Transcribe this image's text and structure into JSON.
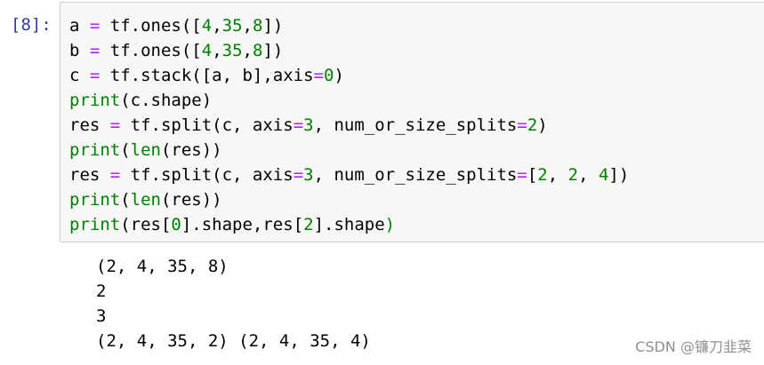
{
  "cell": {
    "prompt": "[8]:",
    "code": {
      "l1": {
        "a": "a ",
        "b": "=",
        "c": " tf.ones([",
        "d": "4",
        "e": ",",
        "f": "35",
        "g": ",",
        "h": "8",
        "i": "])"
      },
      "l2": {
        "a": "b ",
        "b": "=",
        "c": " tf.ones([",
        "d": "4",
        "e": ",",
        "f": "35",
        "g": ",",
        "h": "8",
        "i": "])"
      },
      "l3": {
        "a": "c ",
        "b": "=",
        "c": " tf.stack([a, b],axis",
        "d": "=",
        "e": "0",
        "f": ")"
      },
      "l4": {
        "a": "print",
        "b": "(c.shape)"
      },
      "l5": {
        "a": "res ",
        "b": "=",
        "c": " tf.split(c, axis",
        "d": "=",
        "e": "3",
        "f": ", num_or_size_splits",
        "g": "=",
        "h": "2",
        "i": ")"
      },
      "l6": {
        "a": "print",
        "b": "(",
        "c": "len",
        "d": "(res))"
      },
      "l7": {
        "a": "res ",
        "b": "=",
        "c": " tf.split(c, axis",
        "d": "=",
        "e": "3",
        "f": ", num_or_size_splits",
        "g": "=",
        "h": "[",
        "i": "2",
        "j": ", ",
        "k": "2",
        "l": ", ",
        "m": "4",
        "n": "])"
      },
      "l8": {
        "a": "print",
        "b": "(",
        "c": "len",
        "d": "(res))"
      },
      "l9": {
        "a": "print",
        "b": "(res[",
        "c": "0",
        "d": "].shape,res[",
        "e": "2",
        "f": "].shape",
        "g": ")"
      }
    }
  },
  "output": {
    "lines": [
      "(2, 4, 35, 8)",
      "2",
      "3",
      "(2, 4, 35, 2) (2, 4, 35, 4)"
    ]
  },
  "watermark": "CSDN @镰刀韭菜",
  "colors": {
    "prompt": "#303f9f",
    "keyword": "#008000",
    "operator": "#aa22ff",
    "cell_background": "#f7f7f7",
    "cell_border": "#cfcfcf"
  }
}
